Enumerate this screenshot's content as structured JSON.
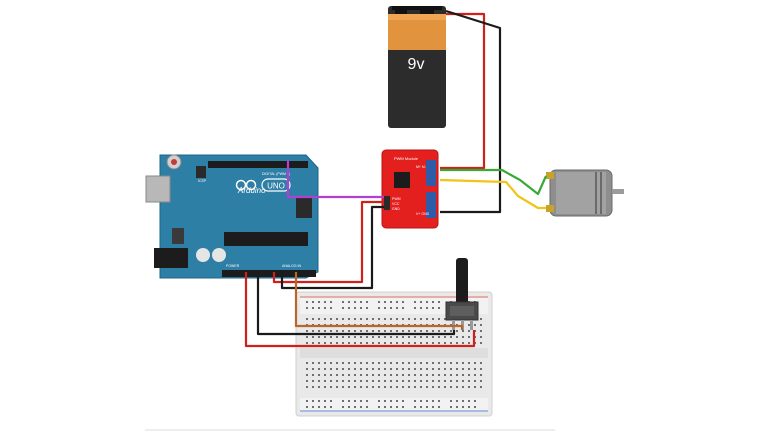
{
  "battery": {
    "label": "9v"
  },
  "arduino": {
    "brand": "Arduino",
    "model": "UNO",
    "header_digital": "DIGITAL (PWM ~)",
    "header_power": "POWER",
    "header_analog": "ANALOG IN",
    "icsp": "ICSP"
  },
  "driver_module": {
    "label": "PWM Module",
    "pins_left": [
      "PWM",
      "VCC",
      "GND"
    ],
    "pins_right_top": "M+  M-",
    "pins_right_bottom": "V+  GND"
  },
  "colors": {
    "wire_red": "#d0201b",
    "wire_black": "#1a1a1a",
    "wire_green": "#39a935",
    "wire_yellow": "#f0c418",
    "wire_purple": "#b13fcf",
    "wire_orange": "#b8662a",
    "arduino_blue": "#2e7fa5",
    "module_red": "#e4201f"
  },
  "icons": [
    "battery-9v-icon",
    "arduino-uno-board",
    "motor-driver-module",
    "dc-motor-icon",
    "potentiometer-icon",
    "breadboard"
  ]
}
